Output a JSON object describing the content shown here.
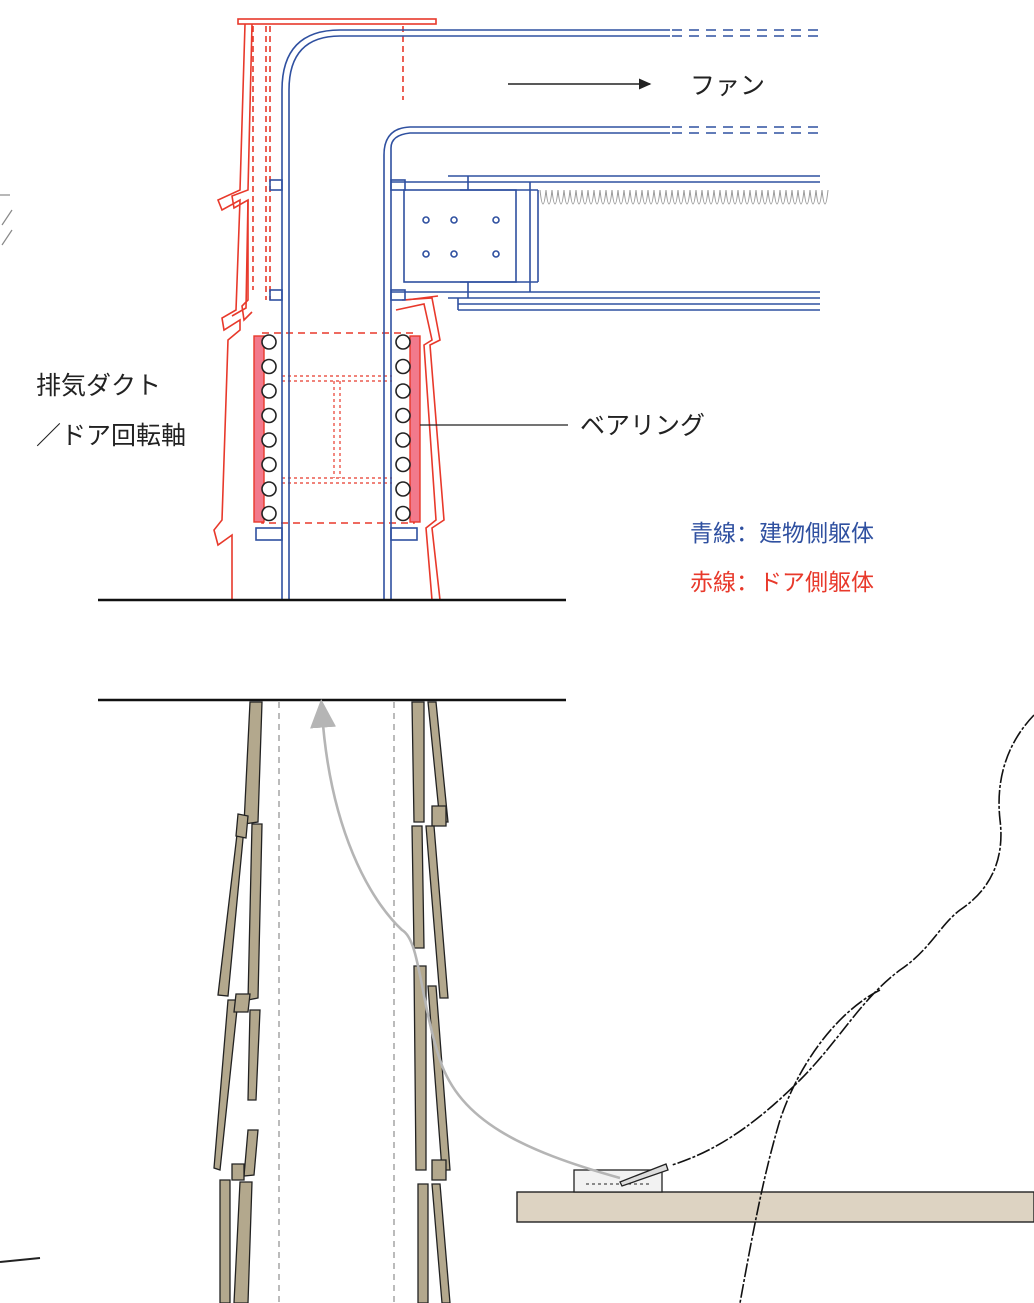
{
  "labels": {
    "fan": "ファン",
    "bearing": "ベアリング",
    "duct_line1": "排気ダクト",
    "duct_line2": "／ドア回転軸",
    "legend_blue": "青線：建物側躯体",
    "legend_red": "赤線：ドア側躯体"
  },
  "colors": {
    "blue": "#2f50a0",
    "red": "#e8392b",
    "panel": "#b3a88d",
    "desk": "#ddd3c2",
    "grey_arrow": "#b5b5b5"
  },
  "icons": [
    "arrow-right-icon",
    "bearing-ball-icon",
    "curved-arrow-icon"
  ]
}
